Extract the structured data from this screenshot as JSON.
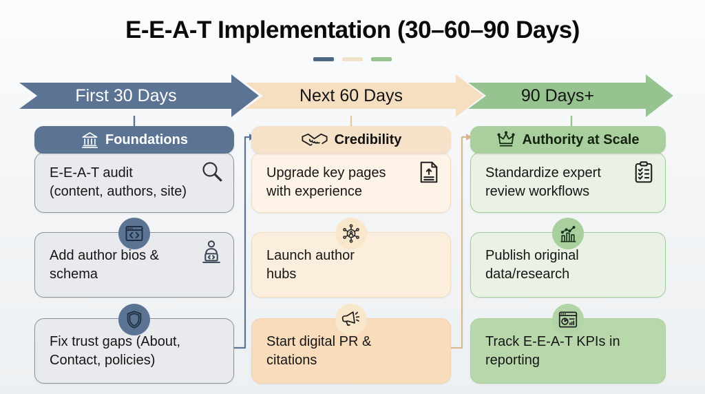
{
  "title": "E-E-A-T Implementation (30–60–90 Days)",
  "accent_colors": {
    "phase1": "#5b7493",
    "phase2": "#f6dfc1",
    "phase3": "#97c390"
  },
  "phases": [
    {
      "arrow_label": "First 30 Days",
      "header": "Foundations",
      "header_icon": "bank-icon",
      "cards": [
        {
          "text": "E-E-A-T audit\n(content, authors, site)",
          "icon": "magnifier-icon"
        },
        {
          "text": "Add author bios &\nschema",
          "badge_icon": "code-window-icon",
          "icon": "person-laptop-icon"
        },
        {
          "text": "Fix trust gaps (About,\nContact, policies)",
          "badge_icon": "shield-icon"
        }
      ]
    },
    {
      "arrow_label": "Next 60 Days",
      "header": "Credibility",
      "header_icon": "handshake-icon",
      "cards": [
        {
          "text": "Upgrade key pages\nwith experience",
          "icon": "document-upload-icon"
        },
        {
          "text": "Launch author\nhubs",
          "badge_icon": "author-network-icon"
        },
        {
          "text": "Start digital PR &\ncitations",
          "badge_icon": "megaphone-icon"
        }
      ]
    },
    {
      "arrow_label": "90 Days+",
      "header": "Authority at Scale",
      "header_icon": "crown-icon",
      "cards": [
        {
          "text": "Standardize expert\nreview workflows",
          "icon": "checklist-clipboard-icon"
        },
        {
          "text": "Publish original\ndata/research",
          "badge_icon": "growth-chart-icon"
        },
        {
          "text": "Track E-E-A-T KPIs in\nreporting",
          "badge_icon": "analytics-dashboard-icon"
        }
      ]
    }
  ]
}
